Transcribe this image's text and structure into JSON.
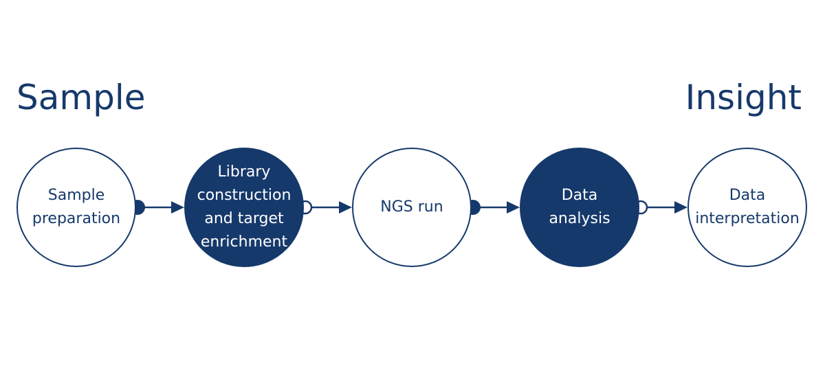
{
  "headings": {
    "start": "Sample",
    "end": "Insight"
  },
  "steps": [
    {
      "lines": [
        "Sample",
        "preparation"
      ],
      "style": "outline"
    },
    {
      "lines": [
        "Library",
        "construction",
        "and target",
        "enrichment"
      ],
      "style": "filled"
    },
    {
      "lines": [
        "NGS run"
      ],
      "style": "outline"
    },
    {
      "lines": [
        "Data",
        "analysis"
      ],
      "style": "filled"
    },
    {
      "lines": [
        "Data",
        "interpretation"
      ],
      "style": "outline"
    }
  ],
  "colors": {
    "primary": "#16396b",
    "background": "#ffffff"
  }
}
